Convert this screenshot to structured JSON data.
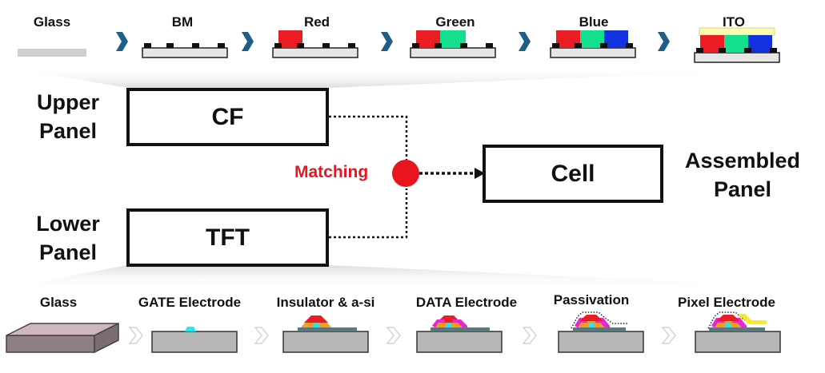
{
  "colors": {
    "arrow": "#1f5e86",
    "bm": "#111111",
    "red": "#ec1c24",
    "green": "#13e08f",
    "blue": "#1431e0",
    "ito": "#fbfcb0",
    "glass": "#c8c8c8",
    "matching": "#e8141e",
    "tft_substrate": "#b7b7b7",
    "tft_layer": "#5b7779"
  },
  "cf_process": {
    "steps": [
      "Glass",
      "BM",
      "Red",
      "Green",
      "Blue",
      "ITO"
    ]
  },
  "tft_process": {
    "steps": [
      "Glass",
      "GATE Electrode",
      "Insulator & a-si",
      "DATA Electrode",
      "Passivation",
      "Pixel Electrode"
    ]
  },
  "upper_panel": {
    "label_line1": "Upper",
    "label_line2": "Panel",
    "box": "CF"
  },
  "lower_panel": {
    "label_line1": "Lower",
    "label_line2": "Panel",
    "box": "TFT"
  },
  "matching": "Matching",
  "cell": {
    "box": "Cell",
    "label_line1": "Assembled",
    "label_line2": "Panel"
  }
}
